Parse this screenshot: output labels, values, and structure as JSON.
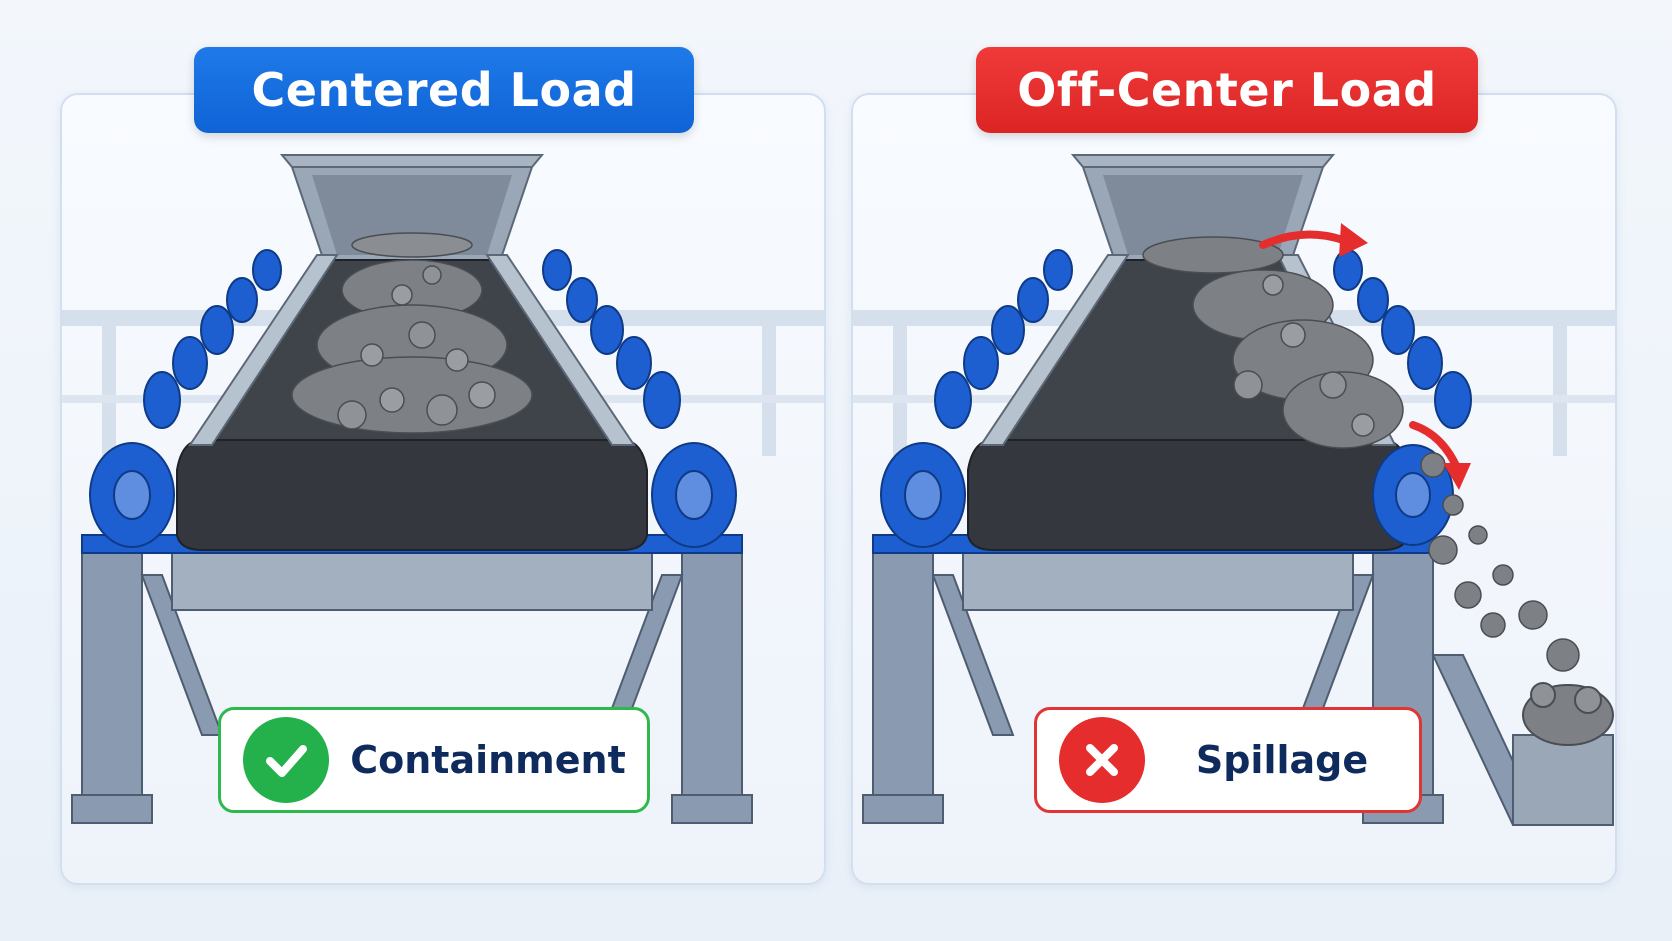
{
  "panels": {
    "left": {
      "title": "Centered Load",
      "result": "Containment",
      "result_icon": "check-icon"
    },
    "right": {
      "title": "Off-Center Load",
      "result": "Spillage",
      "result_icon": "x-icon"
    }
  },
  "colors": {
    "blue_badge": "#1470e0",
    "red_badge": "#e32a2a",
    "ok_green": "#24b04a",
    "bad_red": "#e52d2d",
    "idler_blue": "#1d5fd0",
    "frame_steel": "#8a9ab0",
    "belt_dark": "#34373d",
    "rock_gray": "#7d8085",
    "label_navy": "#0f2a5c"
  }
}
